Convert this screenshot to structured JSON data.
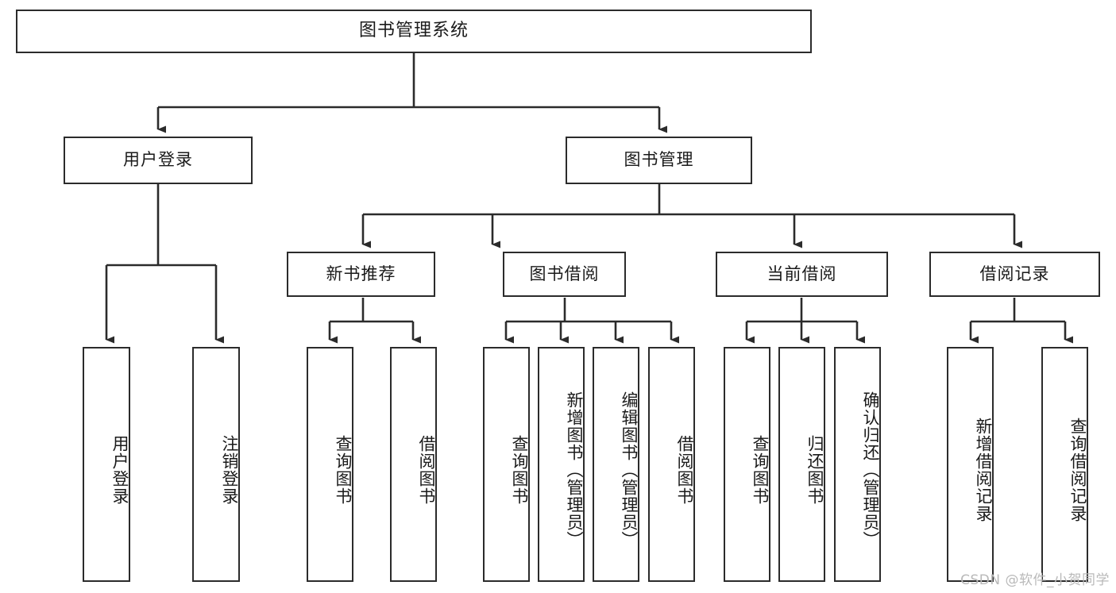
{
  "diagram": {
    "title": "图书管理系统",
    "type": "tree",
    "root": {
      "label": "图书管理系统",
      "orientation": "horizontal"
    },
    "level2": [
      {
        "label": "用户登录",
        "orientation": "horizontal"
      },
      {
        "label": "图书管理",
        "orientation": "horizontal"
      }
    ],
    "level3": [
      {
        "label": "新书推荐",
        "orientation": "horizontal",
        "parent": "图书管理"
      },
      {
        "label": "图书借阅",
        "orientation": "horizontal",
        "parent": "图书管理"
      },
      {
        "label": "当前借阅",
        "orientation": "horizontal",
        "parent": "图书管理"
      },
      {
        "label": "借阅记录",
        "orientation": "horizontal",
        "parent": "图书管理"
      }
    ],
    "leaves": [
      {
        "label": "用户登录",
        "orientation": "vertical",
        "parent": "用户登录"
      },
      {
        "label": "注销登录",
        "orientation": "vertical",
        "parent": "用户登录"
      },
      {
        "label": "查询图书",
        "orientation": "vertical",
        "parent": "新书推荐"
      },
      {
        "label": "借阅图书",
        "orientation": "vertical",
        "parent": "新书推荐"
      },
      {
        "label": "查询图书",
        "orientation": "vertical",
        "parent": "图书借阅"
      },
      {
        "label": "新增图书（管理员）",
        "orientation": "vertical",
        "parent": "图书借阅"
      },
      {
        "label": "编辑图书（管理员）",
        "orientation": "vertical",
        "parent": "图书借阅"
      },
      {
        "label": "借阅图书",
        "orientation": "vertical",
        "parent": "图书借阅"
      },
      {
        "label": "查询图书",
        "orientation": "vertical",
        "parent": "当前借阅"
      },
      {
        "label": "归还图书",
        "orientation": "vertical",
        "parent": "当前借阅"
      },
      {
        "label": "确认归还（管理员）",
        "orientation": "vertical",
        "parent": "当前借阅"
      },
      {
        "label": "新增借阅记录",
        "orientation": "vertical",
        "parent": "借阅记录"
      },
      {
        "label": "查询借阅记录",
        "orientation": "vertical",
        "parent": "借阅记录"
      }
    ],
    "colors": {
      "background": "#ffffff",
      "box_border": "#2b2b2b",
      "box_fill": "#ffffff",
      "connector": "#2b2b2b",
      "text": "#1a1a1a",
      "watermark": "#b9b9b9"
    }
  },
  "watermark": {
    "text": "CSDN @软件_小贺同学"
  }
}
